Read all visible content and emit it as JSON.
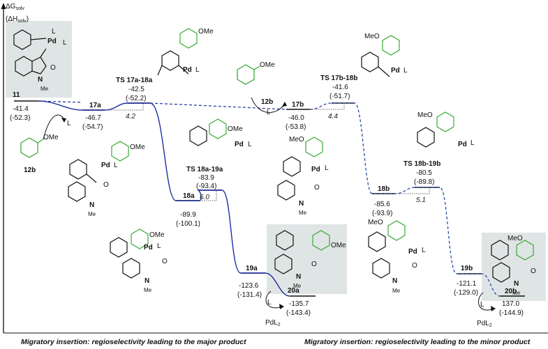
{
  "axis": {
    "dg": "ΔG",
    "dg_sub": "solv",
    "dh": "(ΔH",
    "dh_sub": "solv",
    "dh_close": ")"
  },
  "species": {
    "s11": {
      "name": "11",
      "g": "-41.4",
      "h": "(-52.3)"
    },
    "s17a": {
      "name": "17a",
      "g": "-46.7",
      "h": "(-54.7)"
    },
    "ts17a18a": {
      "name": "TS 17a-18a",
      "g": "-42.5",
      "h": "(-52.2)",
      "barrier": "4.2"
    },
    "s18a": {
      "name": "18a",
      "g": "-89.9",
      "h": "(-100.1)"
    },
    "ts18a19a": {
      "name": "TS 18a-19a",
      "g": "-83.9",
      "h": "(-93.4)",
      "barrier": "6.0"
    },
    "s19a": {
      "name": "19a",
      "g": "-123.6",
      "h": "(-131.4)"
    },
    "s20a": {
      "name": "20a",
      "g": "-135.7",
      "h": "(-143.4)"
    },
    "s17b": {
      "name": "17b",
      "g": "-46.0",
      "h": "(-53.8)"
    },
    "ts17b18b": {
      "name": "TS 17b-18b",
      "g": "-41.6",
      "h": "(-51.7)",
      "barrier": "4.4"
    },
    "s18b": {
      "name": "18b",
      "g": "-85.6",
      "h": "(-93.9)"
    },
    "ts18b19b": {
      "name": "TS 18b-19b",
      "g": "-80.5",
      "h": "(-89.8)",
      "barrier": "5.1"
    },
    "s19b": {
      "name": "19b",
      "g": "-121.1",
      "h": "(-129.0)"
    },
    "s20b": {
      "name": "20b",
      "g": "137.0",
      "h": "(-144.9)"
    }
  },
  "reagents": {
    "l": "L",
    "pdl2": "PdL",
    "pdl2_sub": "2",
    "r12b": "12b",
    "ome": "OMe",
    "meo": "MeO",
    "pd": "Pd",
    "n": "N",
    "me": "Me",
    "o": "O"
  },
  "captions": {
    "left": "Migratory insertion: regioselectivity leading to the major product",
    "right": "Migratory insertion: regioselectivity leading to the minor product"
  },
  "colors": {
    "major": "#1f2fa0",
    "minor": "#2b4aa8",
    "aryne": "#39a935",
    "box": "#dfe5e4"
  }
}
